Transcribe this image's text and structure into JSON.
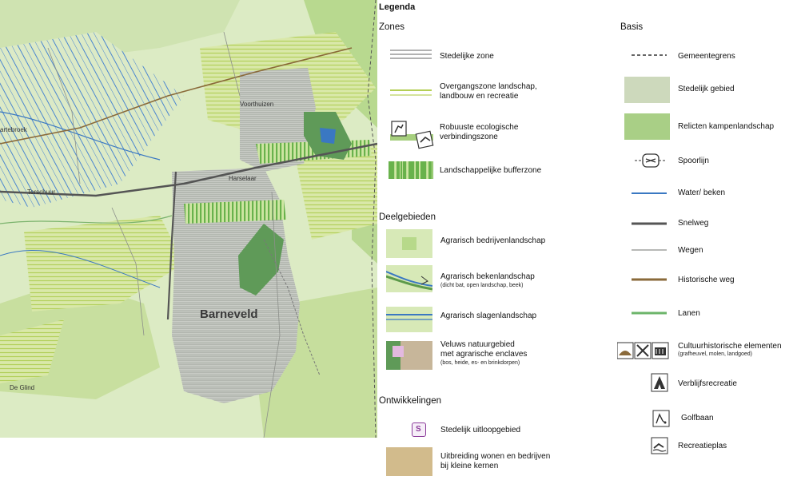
{
  "map": {
    "places": {
      "voorthuizen": "Voorthuizen",
      "harselaar": "Harselaar",
      "terschuur": "Terschuur",
      "kallenbroek": "artebroek",
      "barneveld": "Barneveld",
      "de_glind": "De Glind"
    },
    "colors": {
      "urban_grey": "#b9bdb7",
      "transition_green": "#c8da7a",
      "relict": "#a9cf86",
      "agrarian": "#d7e9b7",
      "veluwe": "#5f9a58",
      "water": "#3a78c2",
      "highway": "#555555",
      "historic": "#8a6a3a"
    }
  },
  "legend": {
    "title": "Legenda",
    "zones": {
      "heading": "Zones",
      "items": [
        {
          "line1": "Stedelijke zone",
          "line2": ""
        },
        {
          "line1": "Overgangszone landschap,",
          "line2": "landbouw en recreatie"
        },
        {
          "line1": "Robuuste ecologische",
          "line2": "verbindingszone"
        },
        {
          "line1": "Landschappelijke bufferzone",
          "line2": ""
        }
      ]
    },
    "deelgebieden": {
      "heading": "Deelgebieden",
      "items": [
        {
          "line1": "Agrarisch bedrijvenlandschap",
          "line2": "",
          "sub": ""
        },
        {
          "line1": "Agrarisch bekenlandschap",
          "line2": "",
          "sub": "(dicht bat, open landschap, beek)"
        },
        {
          "line1": "Agrarisch slagenlandschap",
          "line2": "",
          "sub": ""
        },
        {
          "line1": "Veluws natuurgebied",
          "line2": "met agrarische enclaves",
          "sub": "(bos, heide, es- en brinkdorpen)"
        }
      ]
    },
    "ontwikkelingen": {
      "heading": "Ontwikkelingen",
      "items": [
        {
          "line1": "Stedelijk uitloopgebied",
          "line2": "",
          "symbol": "S"
        },
        {
          "line1": "Uitbreiding wonen en bedrijven",
          "line2": "bij kleine kernen"
        }
      ]
    },
    "basis": {
      "heading": "Basis",
      "items": [
        {
          "line1": "Gemeentegrens",
          "sub": ""
        },
        {
          "line1": "Stedelijk gebied",
          "sub": ""
        },
        {
          "line1": "Relicten kampenlandschap",
          "sub": ""
        },
        {
          "line1": "Spoorlijn",
          "sub": ""
        },
        {
          "line1": "Water/ beken",
          "sub": ""
        },
        {
          "line1": "Snelweg",
          "sub": ""
        },
        {
          "line1": "Wegen",
          "sub": ""
        },
        {
          "line1": "Historische weg",
          "sub": ""
        },
        {
          "line1": "Lanen",
          "sub": ""
        },
        {
          "line1": "Cultuurhistorische elementen",
          "sub": "(grafheuvel, molen, landgoed)"
        },
        {
          "line1": "Verblijfsrecreatie",
          "sub": ""
        },
        {
          "line1": "Golfbaan",
          "sub": ""
        },
        {
          "line1": "Recreatieplas",
          "sub": ""
        }
      ]
    }
  }
}
